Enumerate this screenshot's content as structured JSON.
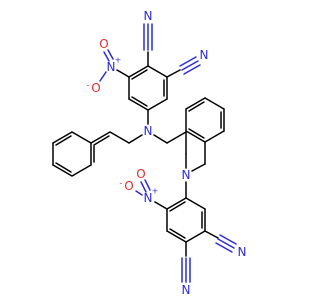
{
  "colors": {
    "carbon_bond": "#000000",
    "nitrogen": "#2b2bdb",
    "oxygen": "#e03030"
  },
  "labels": {
    "nitrile_top_1": "N",
    "nitrile_top_2": "N",
    "nitro_top_n": "N",
    "nitro_top_n_charge": "+",
    "nitro_top_o_left": "O",
    "nitro_top_o_left_charge": "-",
    "nitro_top_o_double": "O",
    "amine_top": "N",
    "amine_mid": "N",
    "nitro_bottom_n": "N",
    "nitro_bottom_n_charge": "+",
    "nitro_bottom_o_left": "O",
    "nitro_bottom_o_left_charge": "-",
    "nitro_bottom_o_double": "O",
    "nitrile_bottom_1": "N",
    "nitrile_bottom_2": "N"
  }
}
